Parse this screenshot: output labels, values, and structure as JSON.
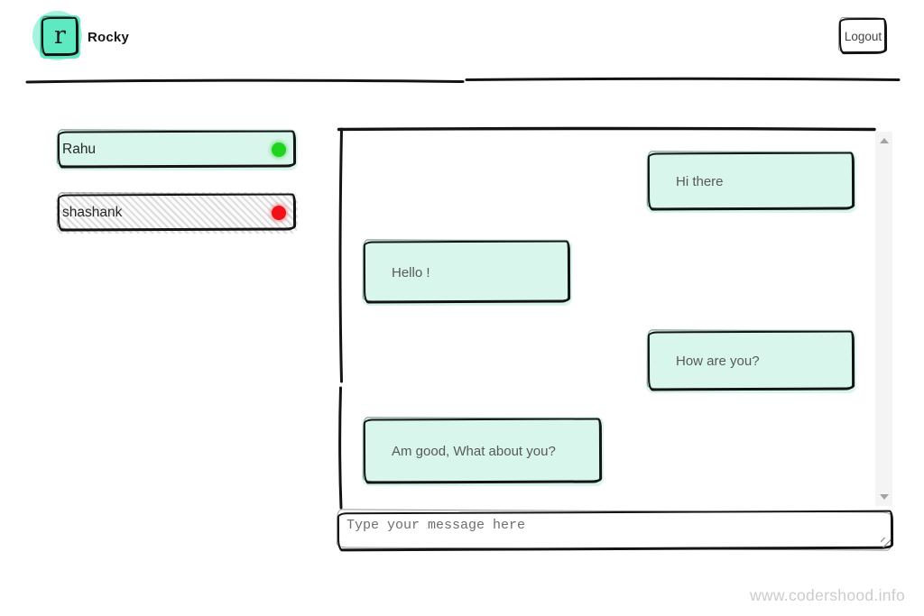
{
  "header": {
    "avatar_letter": "r",
    "username": "Rocky",
    "logout_label": "Logout"
  },
  "contacts": [
    {
      "name": "Rahu",
      "status": "online"
    },
    {
      "name": "shashank",
      "status": "offline"
    }
  ],
  "chat": {
    "messages": [
      {
        "text": "Hi there",
        "side": "right"
      },
      {
        "text": "Hello !",
        "side": "left"
      },
      {
        "text": "How are you?",
        "side": "right"
      },
      {
        "text": "Am good, What about you?",
        "side": "left"
      }
    ],
    "input_placeholder": "Type your message here"
  },
  "footer": {
    "watermark": "www.codershood.info"
  },
  "colors": {
    "mint": "#5ee9c1",
    "mint-light": "#d9f6ec",
    "online": "#1fd31f",
    "offline": "#f11018",
    "ink": "#141414",
    "text": "#595959",
    "watermark": "#cccccc"
  }
}
